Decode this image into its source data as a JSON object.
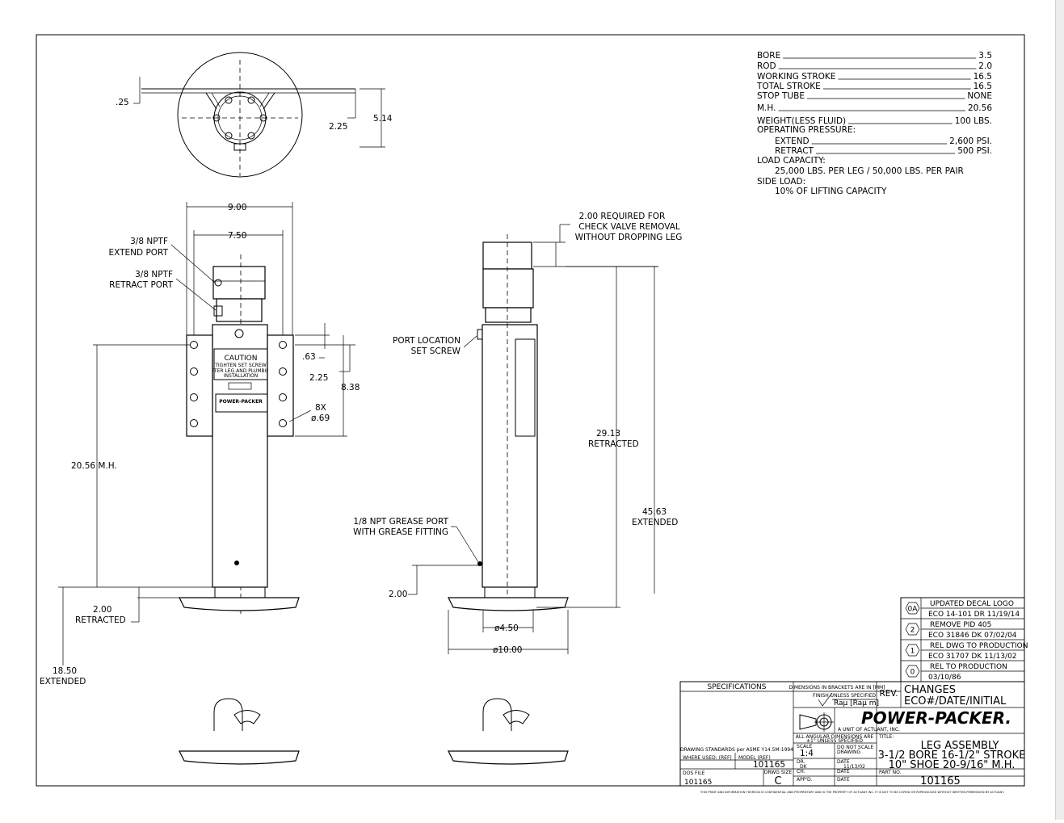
{
  "specs": [
    {
      "label": "BORE",
      "value": "3.5"
    },
    {
      "label": "ROD",
      "value": "2.0"
    },
    {
      "label": "WORKING STROKE",
      "value": "16.5"
    },
    {
      "label": "TOTAL STROKE",
      "value": "16.5"
    },
    {
      "label": "STOP TUBE",
      "value": "NONE"
    },
    {
      "label": "M.H.",
      "value": "20.56"
    },
    {
      "label": "WEIGHT(LESS FLUID)",
      "value": "100 LBS."
    },
    {
      "label": "OPERATING PRESSURE:",
      "value": ""
    },
    {
      "label": "EXTEND",
      "value": "2,600 PSI."
    },
    {
      "label": "RETRACT",
      "value": "500 PSI."
    },
    {
      "label": "LOAD CAPACITY:",
      "value": ""
    },
    {
      "label": "25,000 LBS. PER LEG / 50,000 LBS. PER PAIR",
      "value": ""
    },
    {
      "label": "SIDE LOAD:",
      "value": ""
    },
    {
      "label": "10% OF LIFTING CAPACITY",
      "value": ""
    }
  ],
  "dims": {
    "d_25": ".25",
    "d_225_top": "2.25",
    "d_514": "5.14",
    "d_900": "9.00",
    "d_750": "7.50",
    "d_063": ".63",
    "d_225": "2.25",
    "d_838": "8.38",
    "d_8x": "8X",
    "d_069": "ø.69",
    "d_mh": "20.56  M.H.",
    "d_200a": "2.00",
    "d_ret_a": "RETRACTED",
    "d_1850": "18.50",
    "d_ext_a": "EXTENDED",
    "d_2913": "29.13",
    "d_ret_b": "RETRACTED",
    "d_4563": "45.63",
    "d_ext_b": "EXTENDED",
    "d_200b": "2.00",
    "d_450": "ø4.50",
    "d_1000": "ø10.00"
  },
  "callouts": {
    "extend_port_1": "3/8 NPTF",
    "extend_port_2": "EXTEND PORT",
    "retract_port_1": "3/8 NPTF",
    "retract_port_2": "RETRACT PORT",
    "req_1": "2.00 REQUIRED FOR",
    "req_2": "CHECK VALVE REMOVAL",
    "req_3": "WITHOUT DROPPING LEG",
    "setscrew_1": "PORT LOCATION",
    "setscrew_2": "SET SCREW",
    "grease_1": "1/8 NPT GREASE PORT",
    "grease_2": "WITH GREASE FITTING"
  },
  "decal": {
    "caution": "CAUTION",
    "line1": "TIGHTEN SET SCREW",
    "line2": "AFTER LEG AND PLUMBING",
    "line3": "INSTALLATION",
    "brand": "POWER-PACKER"
  },
  "revisions": [
    {
      "rev": "0A",
      "line1": "UPDATED DECAL LOGO",
      "line2": "ECO 14-101 DR 11/19/14"
    },
    {
      "rev": "2",
      "line1": "REMOVE PID 405",
      "line2": "ECO 31846 DK 07/02/04"
    },
    {
      "rev": "1",
      "line1": "REL DWG TO PRODUCTION",
      "line2": "ECO 31707 DK 11/13/02"
    },
    {
      "rev": "0",
      "line1": "REL TO PRODUCTION",
      "line2": "03/10/86"
    }
  ],
  "title_block": {
    "specifications": "SPECIFICATIONS",
    "dims_note": "DIMENSIONS IN BRACKETS ARE IN [MM]",
    "finish_note": "FINISH UNLESS SPECIFIED",
    "finish_val": "Raμ [Raμ m]",
    "rev_label": "REV.",
    "changes_1": "CHANGES",
    "changes_2": "ECO#/DATE/INITIAL",
    "company": "POWER-PACKER.",
    "company_sub": "A UNIT OF ACTUANT, INC.",
    "angular_1": "ALL ANGULAR DIMENSIONS ARE",
    "angular_2": "±1° UNLESS SPECIFIED",
    "scale_label": "SCALE",
    "scale_value": "1:4",
    "dns_1": "DO NOT SCALE",
    "dns_2": "DRAWING",
    "title_label": "TITLE:",
    "title_1": "LEG ASSEMBLY",
    "title_2": "3-1/2 BORE 16-1/2\" STROKE",
    "title_3": "10\" SHOE 20-9/16\" M.H.",
    "dr_label": "DR.",
    "dr_value": "DK",
    "date_label": "DATE",
    "date_value": "11/13/02",
    "std_note": "DRAWING STANDARDS per ASME Y14.5M-1994",
    "where_used": "WHERE USED: (REF)",
    "model_label": "MODEL (REF)",
    "model_value": "101165",
    "ch_label": "CH.",
    "date2_label": "DATE",
    "dos_label": "DOS FILE",
    "dos_value": "101165",
    "drwg_size_label": "DRWG SIZE",
    "drwg_size": "C",
    "appd_label": "APP'D.",
    "date3_label": "DATE",
    "part_label": "PART NO.",
    "part_value": "101165",
    "confidential": "THIS PRINT AND INFORMATION THEREON IS CONFIDENTIAL AND PROPRIETARY AND IS THE PROPERTY OF ACTUANT INC. IT IS NOT TO BE COPIED OR REPRODUCED WITHOUT WRITTEN PERMISSION BY ACTUANT."
  }
}
